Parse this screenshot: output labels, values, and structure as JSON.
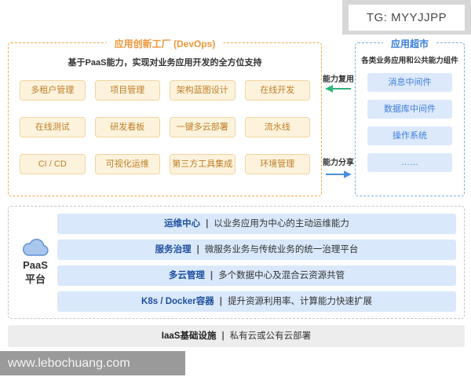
{
  "watermarks": {
    "tg": "TG: MYYJJPP",
    "site": "www.lebochuang.com"
  },
  "devops": {
    "title": "应用创新工厂 (DevOps)",
    "subtitle": "基于PaaS能力，实现对业务应用开发的全方位支持",
    "buttons": [
      "多租户管理",
      "项目管理",
      "架构蓝图设计",
      "在线开发",
      "在线测试",
      "研发看板",
      "一键多云部署",
      "流水线",
      "CI / CD",
      "可视化运维",
      "第三方工具集成",
      "环境管理"
    ]
  },
  "arrows": {
    "reuse_label": "能力复用",
    "share_label": "能力分享"
  },
  "market": {
    "title": "应用超市",
    "subtitle": "各类业务应用和公共能力组件",
    "items": [
      "消息中间件",
      "数据库中间件",
      "操作系统",
      "……"
    ]
  },
  "separator": "|",
  "paas": {
    "label_line1": "PaaS",
    "label_line2": "平台",
    "rows": [
      {
        "name": "运维中心",
        "desc": "以业务应用为中心的主动运维能力"
      },
      {
        "name": "服务治理",
        "desc": "微服务业务与传统业务的统一治理平台"
      },
      {
        "name": "多云管理",
        "desc": "多个数据中心及混合云资源共管"
      },
      {
        "name": "K8s / Docker容器",
        "desc": "提升资源利用率、计算能力快速扩展"
      }
    ]
  },
  "iaas": {
    "name": "IaaS基础设施",
    "desc": "私有云或公有云部署"
  },
  "colors": {
    "devops_accent": "#F5A94B",
    "market_accent": "#3B7DD8",
    "reuse_arrow": "#2FB47C",
    "share_arrow": "#4A90D9"
  }
}
